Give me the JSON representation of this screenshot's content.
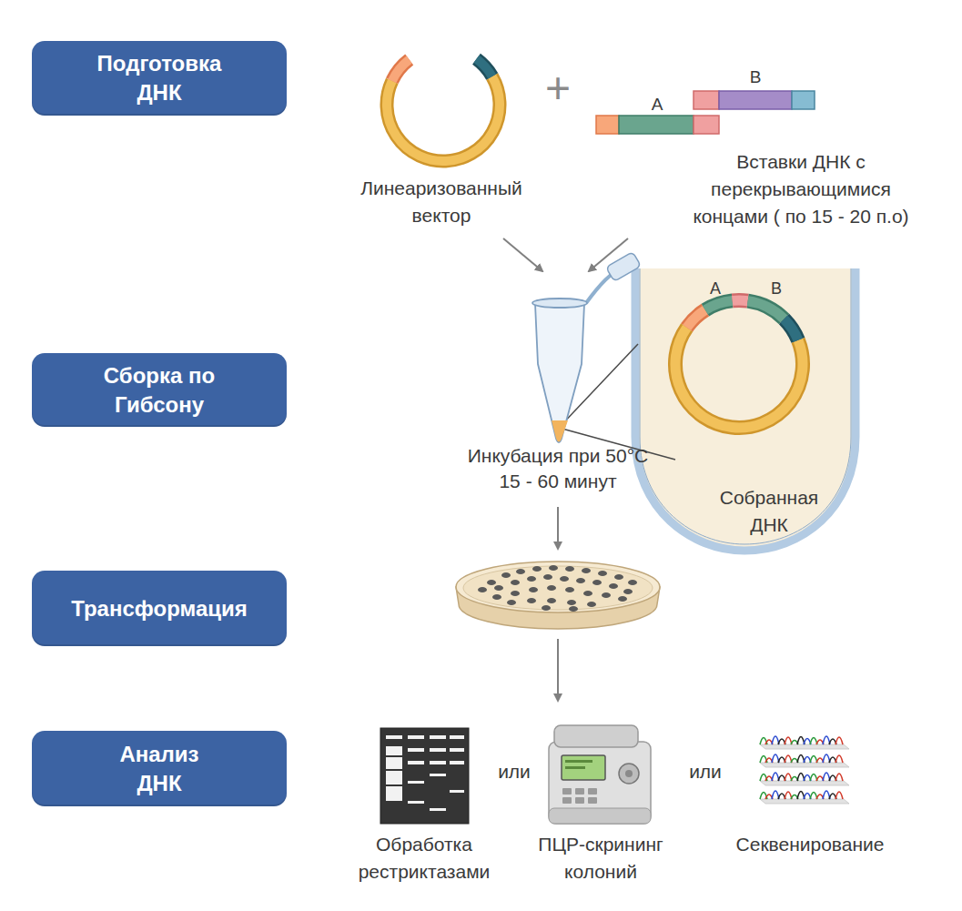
{
  "diagram": {
    "nodes": [
      {
        "text": [
          "Подготовка ДНК"
        ]
      },
      {
        "text": [
          "Сборка по Гибсону"
        ]
      },
      {
        "text": [
          "Трансформация"
        ]
      },
      {
        "text": [
          "Анализ ДНК"
        ]
      }
    ],
    "labels": [
      "+",
      "A",
      "B",
      "Линеаризованный вектор",
      "Вставки ДНК с перекрывающимися концами ( по 15 - 20 п.о)",
      "A",
      "B",
      "Инкубация при 50°C 15 - 60 минут",
      "Собранная ДНК",
      "Обработка рестриктазами",
      "или",
      "ПЦР-скрининг колоний",
      "или",
      "Секвенирование"
    ]
  }
}
